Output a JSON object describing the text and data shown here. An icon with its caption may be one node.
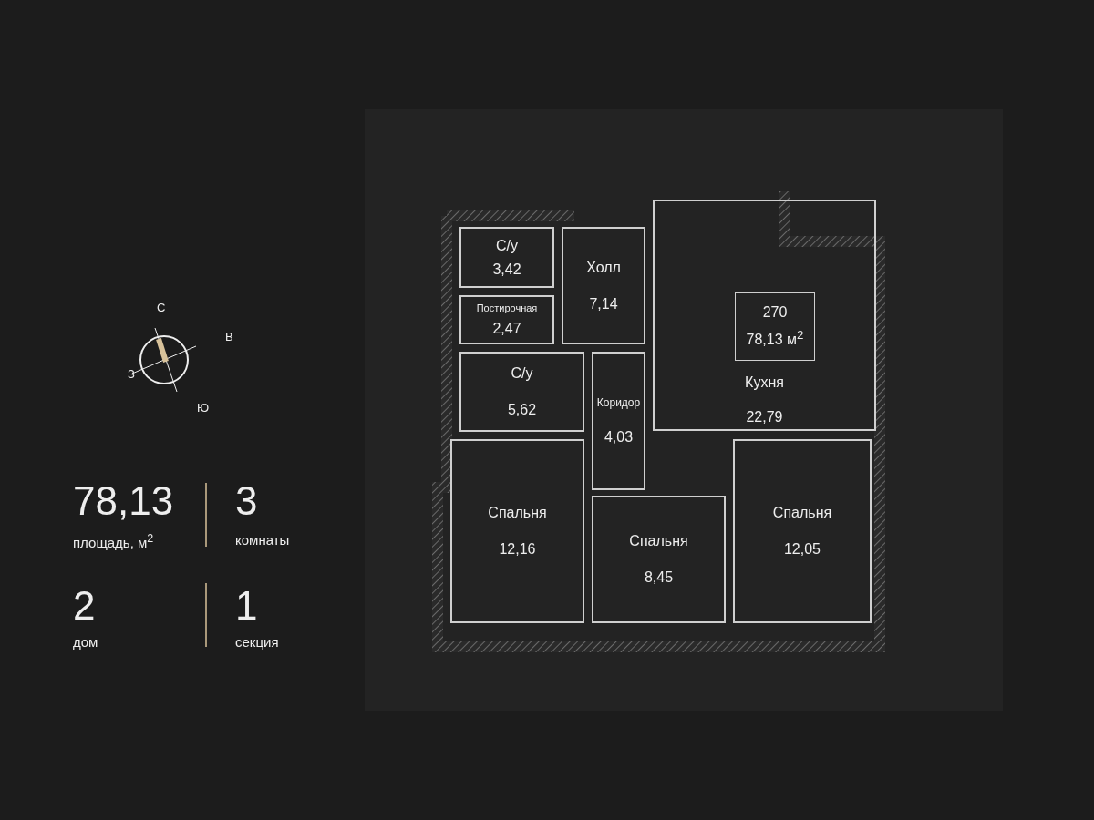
{
  "diagram": {
    "nodes": [
      {
        "text": [
          "С/у",
          "3,42"
        ]
      },
      {
        "text": [
          "Холл",
          "7,14"
        ]
      },
      {
        "text": [
          "Кухня",
          "22,79"
        ]
      },
      {
        "text": [
          "270",
          "78,13 м$^{2}$"
        ],
        "in": 2
      },
      {
        "text": [
          "Постирочная",
          "2,47"
        ]
      },
      {
        "text": [
          "С/у",
          "5,62"
        ]
      },
      {
        "text": [
          "Коридор",
          "4,03"
        ]
      },
      {
        "text": [
          "Спальня",
          "12,16"
        ]
      },
      {
        "text": [
          "Спальня",
          "8,45"
        ]
      },
      {
        "text": [
          "Спальня",
          "12,05"
        ]
      }
    ],
    "labels": [
      "С",
      "В",
      "З",
      "Ю",
      "78,13",
      "площадь, м$^{2}$",
      "3",
      "комнаты",
      "2",
      "дом",
      "1",
      "секция"
    ]
  }
}
